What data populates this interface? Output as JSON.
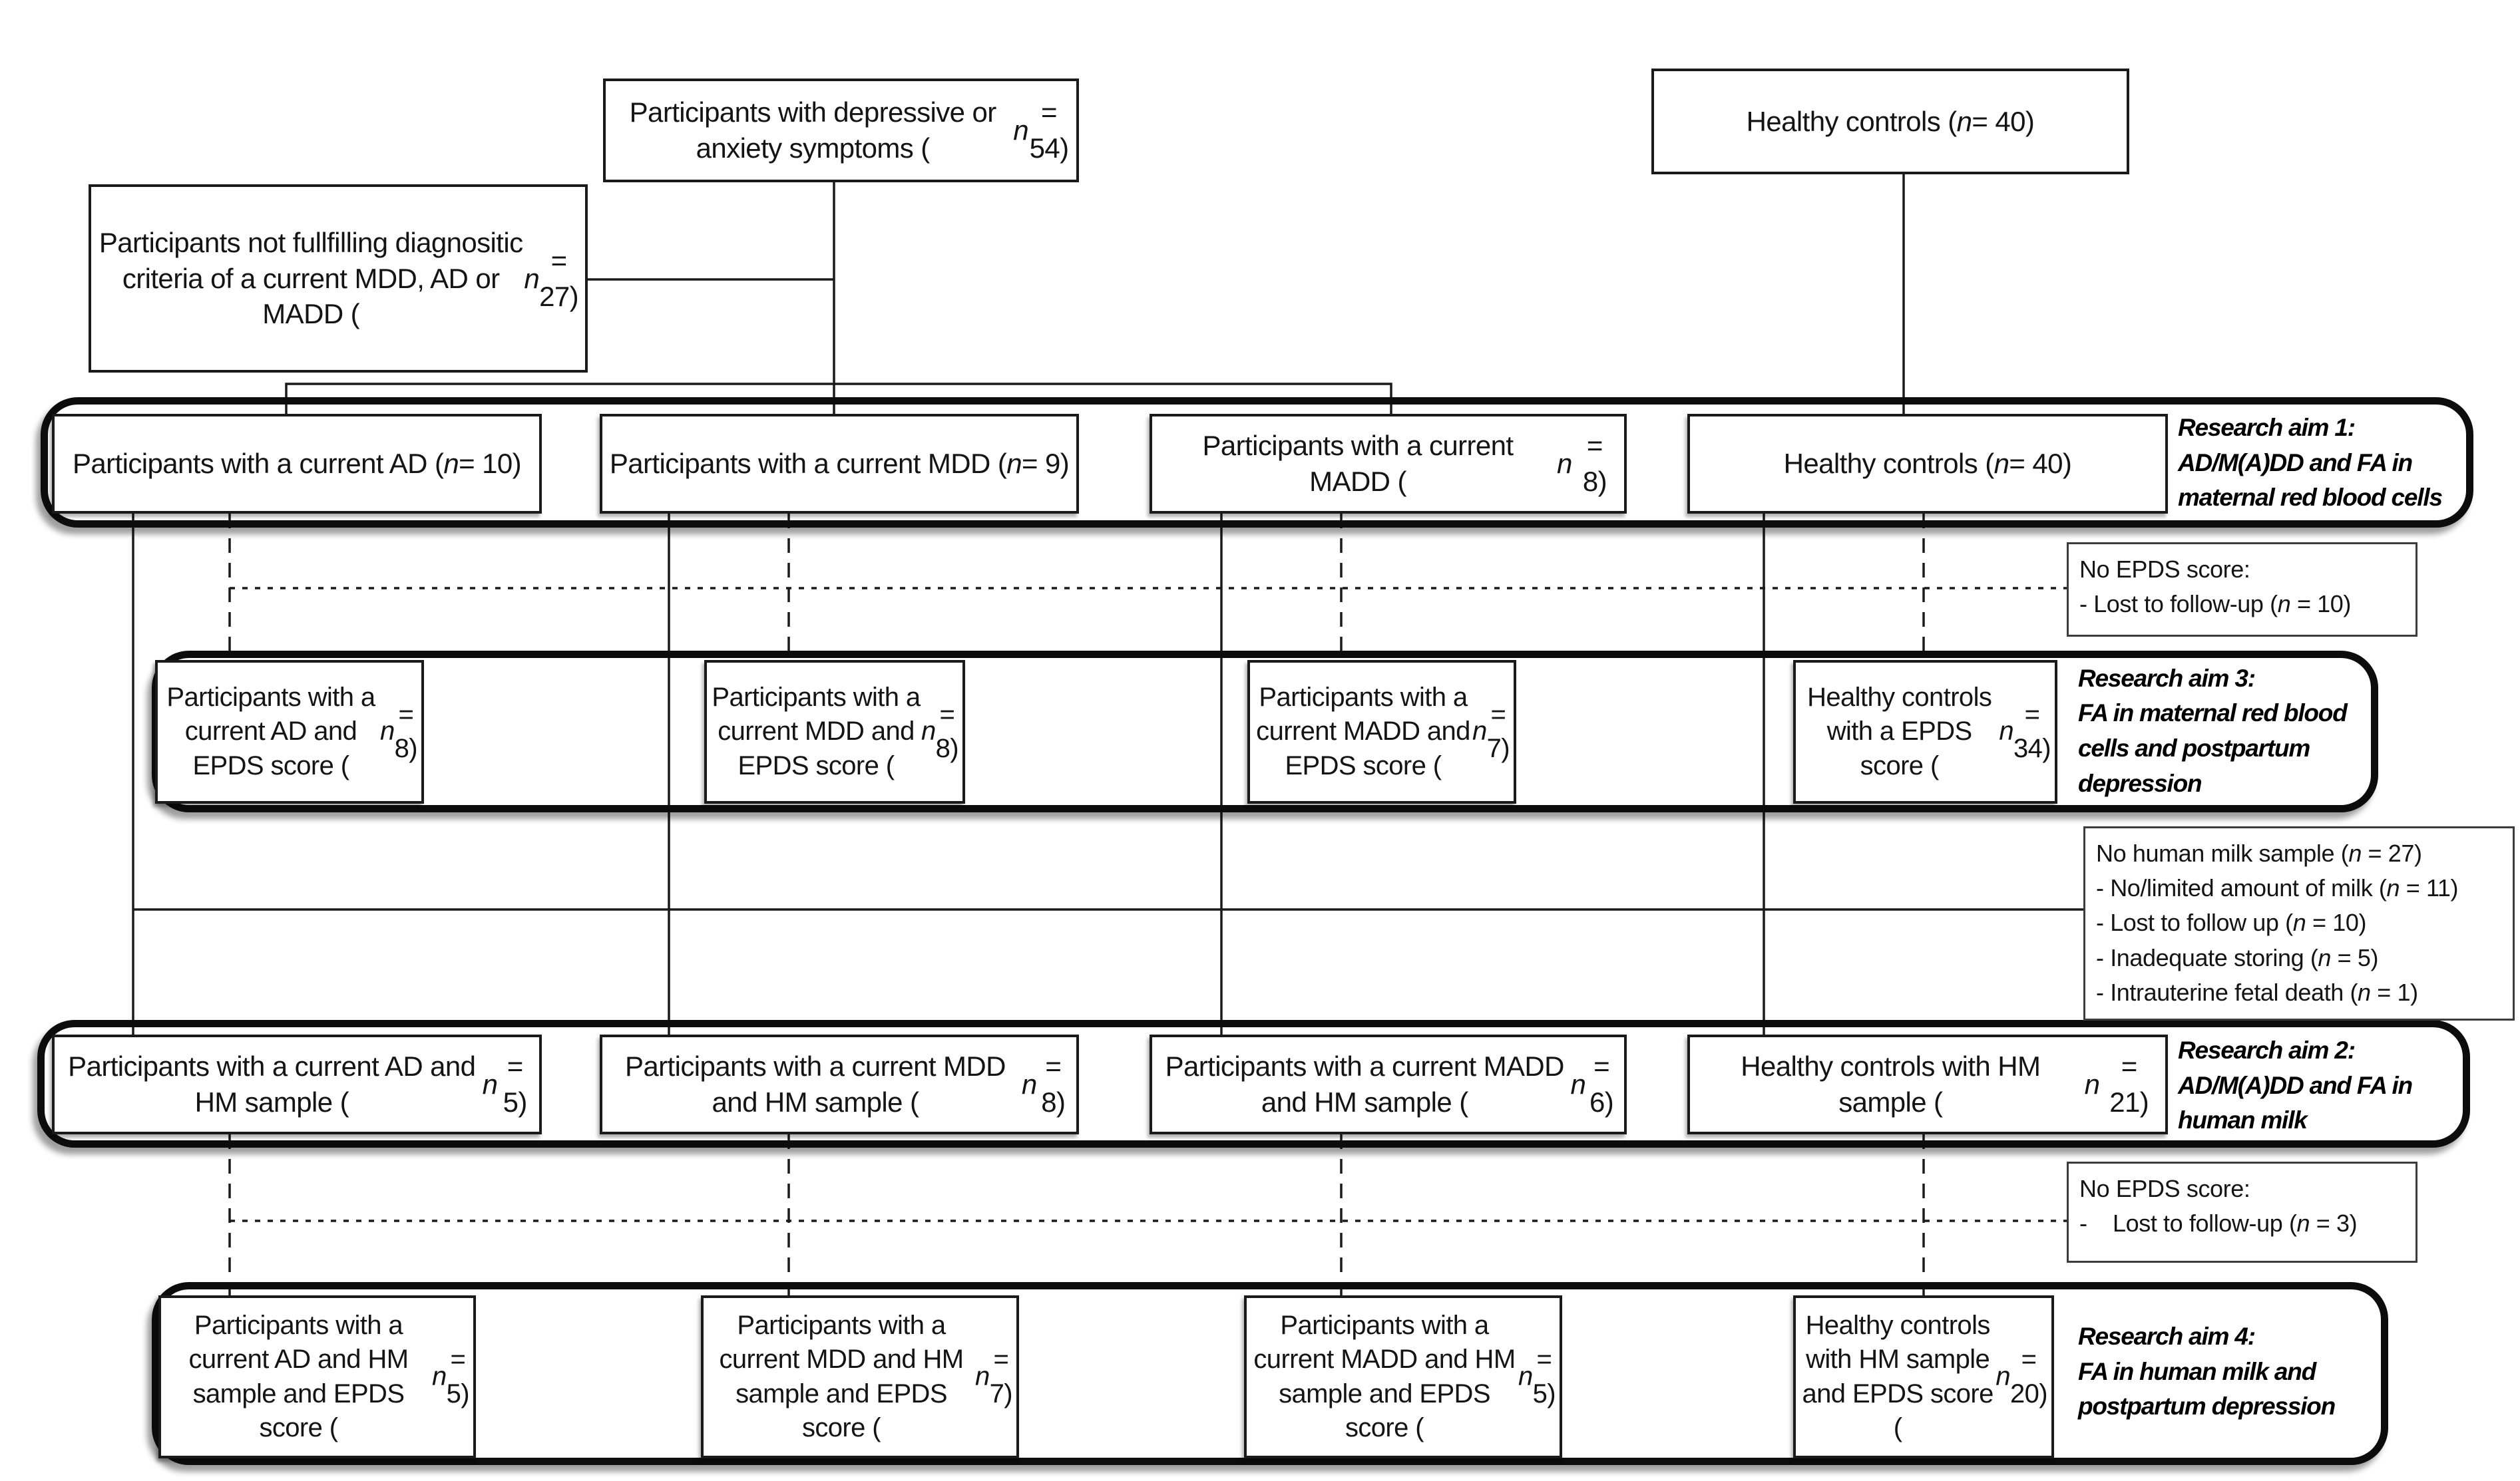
{
  "colors": {
    "background": "#ffffff",
    "text": "#141414",
    "line": "#1a1a1a",
    "box_border": "#1a1a1a",
    "band_border": "#0c0c0c",
    "note_border": "#3c3c3c"
  },
  "diagram": {
    "top_boxes": {
      "symptomatic": "Participants with depressive or anxiety symptoms (n = 54)",
      "healthy": "Healthy controls (n = 40)",
      "excluded": "Participants not fullfilling diagnositic criteria of a current MDD, AD or MADD (n = 27)"
    },
    "row1": {
      "ad": "Participants with a current AD (n = 10)",
      "mdd": "Participants with a current MDD (n = 9)",
      "madd": "Participants with a current MADD (n = 8)",
      "hc": "Healthy controls (n = 40)",
      "aim": {
        "lines": [
          "Research aim 1:",
          "AD/M(A)DD and FA in",
          "maternal red blood cells"
        ]
      }
    },
    "note_no_epds_1": {
      "title": "No EPDS score:",
      "items": [
        "- Lost to follow-up (n = 10)"
      ]
    },
    "row2": {
      "ad": "Participants with a current AD and EPDS score (n = 8)",
      "mdd": "Participants with a current MDD and EPDS score (n = 8)",
      "madd": "Participants with a current MADD and EPDS score (n = 7)",
      "hc": "Healthy controls with a EPDS score (n = 34)",
      "aim": {
        "lines": [
          "Research aim 3:",
          "FA in maternal red blood",
          "cells and postpartum",
          "depression"
        ]
      }
    },
    "note_no_milk": {
      "title": "No human milk sample (n = 27)",
      "items": [
        "- No/limited amount of milk (n = 11)",
        "- Lost to follow up (n = 10)",
        "- Inadequate storing (n = 5)",
        "- Intrauterine fetal death (n = 1)"
      ]
    },
    "row3": {
      "ad": "Participants with a current AD and HM sample (n = 5)",
      "mdd": "Participants with a current MDD and HM sample (n = 8)",
      "madd": "Participants with a current MADD and HM sample (n = 6)",
      "hc": "Healthy controls with HM sample (n = 21)",
      "aim": {
        "lines": [
          "Research aim 2:",
          "AD/M(A)DD and FA in",
          "human milk"
        ]
      }
    },
    "note_no_epds_2": {
      "title": "No EPDS score:",
      "items": [
        "-    Lost to follow-up (n = 3)"
      ]
    },
    "row4": {
      "ad": "Participants with a current AD and HM sample and EPDS score (n = 5)",
      "mdd": "Participants with a current MDD and HM sample and EPDS score (n = 7)",
      "madd": "Participants with a current MADD and HM sample and EPDS score (n = 5)",
      "hc": "Healthy controls with HM sample and EPDS score (n = 20)",
      "aim": {
        "lines": [
          "Research aim 4:",
          "FA in human milk and",
          "postpartum depression"
        ]
      }
    }
  }
}
